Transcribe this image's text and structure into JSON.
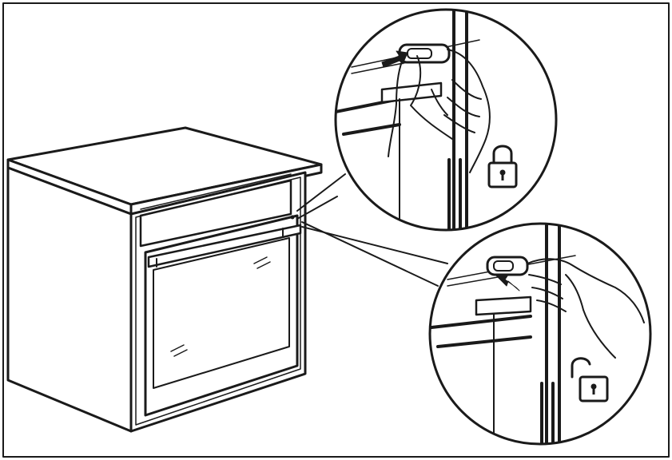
{
  "figure": {
    "subject": "oven",
    "callouts": [
      {
        "id": "top",
        "state_icon": "lock-closed-icon"
      },
      {
        "id": "bottom",
        "state_icon": "lock-open-icon"
      }
    ]
  },
  "colors": {
    "stroke": "#1a1a1a",
    "fill": "#ffffff",
    "border": "#1a1a1a"
  }
}
